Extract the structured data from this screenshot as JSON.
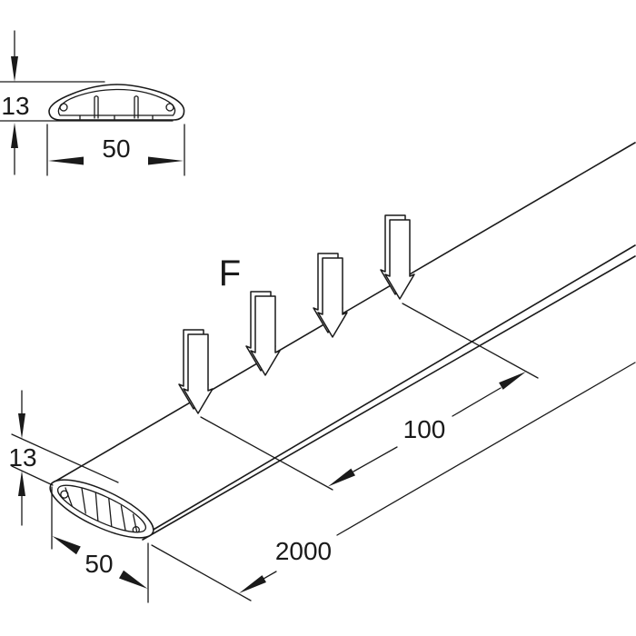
{
  "labels": {
    "force": "F",
    "spacing": "100",
    "length": "2000",
    "top_section_height": "13",
    "top_section_width": "50",
    "end_section_height": "13",
    "end_section_width": "50"
  },
  "colors": {
    "line": "#1a1a1a",
    "background": "#ffffff"
  }
}
